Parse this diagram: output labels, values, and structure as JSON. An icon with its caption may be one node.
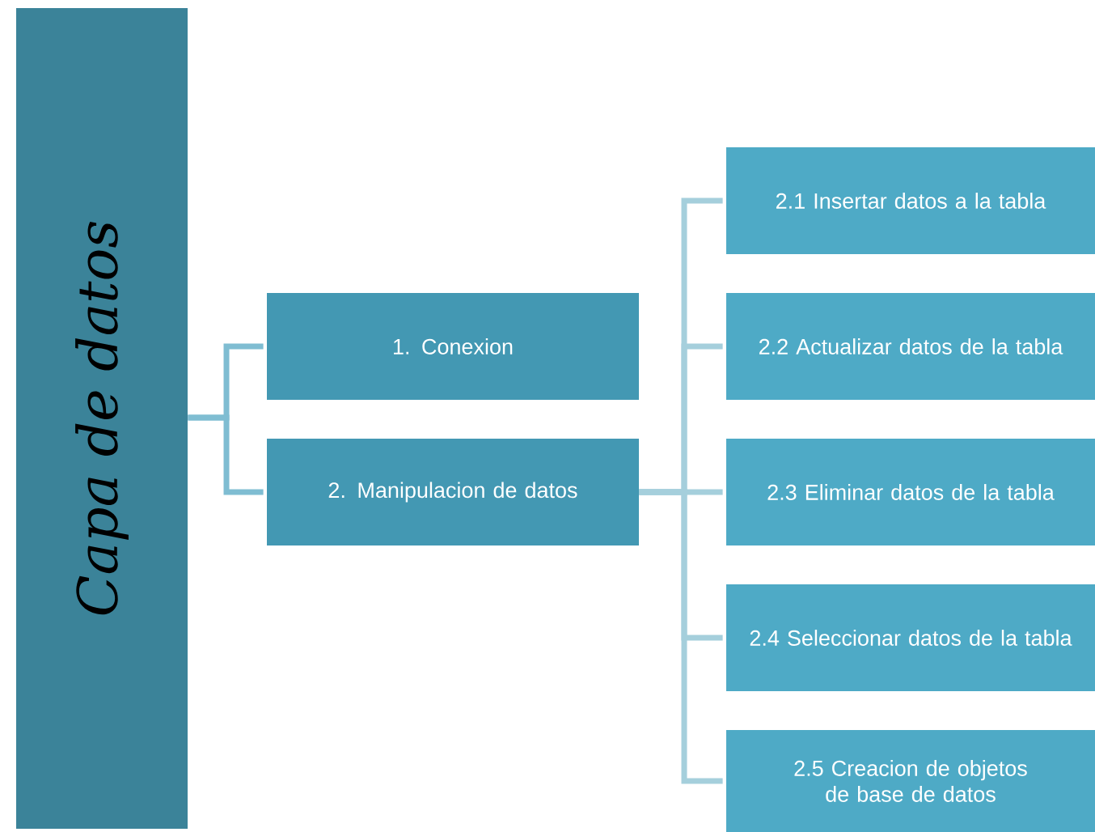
{
  "diagram": {
    "nodes": [
      {
        "text": [
          "Capa de datos"
        ]
      },
      {
        "text": [
          "1. Conexion"
        ]
      },
      {
        "text": [
          "2. Manipulacion de datos"
        ]
      },
      {
        "text": [
          "2.1 Insertar datos a la tabla"
        ]
      },
      {
        "text": [
          "2.2 Actualizar datos de la tabla"
        ]
      },
      {
        "text": [
          "2.3 Eliminar datos de la tabla"
        ]
      },
      {
        "text": [
          "2.4 Seleccionar datos de la tabla"
        ]
      },
      {
        "text": [
          "2.5 Creacion de objetos de base de datos"
        ]
      }
    ],
    "edges": [
      {
        "from": 0,
        "to": 1,
        "arrow": "none"
      },
      {
        "from": 0,
        "to": 2,
        "arrow": "none"
      },
      {
        "from": 2,
        "to": 3,
        "arrow": "none"
      },
      {
        "from": 2,
        "to": 4,
        "arrow": "none"
      },
      {
        "from": 2,
        "to": 5,
        "arrow": "none"
      },
      {
        "from": 2,
        "to": 6,
        "arrow": "none"
      },
      {
        "from": 2,
        "to": 7,
        "arrow": "none"
      }
    ]
  }
}
